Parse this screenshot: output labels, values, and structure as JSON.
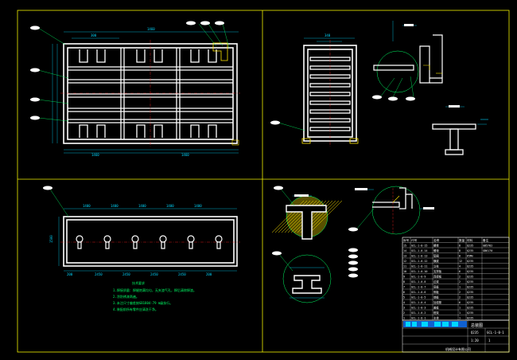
{
  "drawing": {
    "colors": {
      "background": "#000000",
      "frame": "#f0f000",
      "profile": "#ffffff",
      "dimension": "#00d8ff",
      "centerline": "#ff2020",
      "leader": "#00ff66",
      "hatch": "#ffe600",
      "title_block_fill": "#1060d0"
    },
    "views": {
      "top": {
        "overall_width_dim": "1460",
        "segment_dim_1": "1460",
        "segment_dim_2": "1460",
        "left_dim": "300",
        "callouts": [
          "1",
          "2",
          "3",
          "4"
        ]
      },
      "side": {
        "width_dim": "340"
      },
      "bottom": {
        "pitch_dims": [
          "1400",
          "1400",
          "1400",
          "1400",
          "1400"
        ],
        "lower_dims": [
          "200",
          "2450",
          "2450",
          "2450",
          "2450",
          "200"
        ],
        "height_dim": "1500",
        "callout": "5"
      }
    },
    "notes": {
      "title": "技术要求",
      "lines": [
        "1.焊接质量：焊缝饱满均匀，无夹渣气孔，焊后清除焊渣。",
        "2.涂防锈漆两遍。",
        "3.未注尺寸偏差按GB1804-79 m级执行。",
        "4.装配前所有零件应清洗干净。"
      ]
    },
    "title_block": {
      "drawing_name": "总装图",
      "drawing_number": "GCL-1-0-1",
      "material": "Q235",
      "scale": "1:20",
      "sheet": "1",
      "company": "机械设计有限公司"
    },
    "parts_list": {
      "headers": [
        "序号",
        "代号",
        "名称",
        "数量",
        "材料",
        "备注"
      ],
      "rows": [
        [
          "15",
          "GCL-1-0-15",
          "螺栓",
          "8",
          "Q235",
          "GB5782"
        ],
        [
          "14",
          "GCL-1-0-14",
          "螺母",
          "8",
          "Q235",
          "GB6170"
        ],
        [
          "13",
          "GCL-1-0-13",
          "垫圈",
          "8",
          "65Mn",
          ""
        ],
        [
          "12",
          "GCL-1-0-12",
          "横梁",
          "12",
          "Q235",
          ""
        ],
        [
          "11",
          "GCL-1-0-11",
          "立柱",
          "4",
          "Q235",
          ""
        ],
        [
          "10",
          "GCL-1-0-10",
          "支撑板",
          "6",
          "Q235",
          ""
        ],
        [
          "9",
          "GCL-1-0-9",
          "连接板",
          "2",
          "Q235",
          ""
        ],
        [
          "8",
          "GCL-1-0-8",
          "边梁",
          "2",
          "Q235",
          ""
        ],
        [
          "7",
          "GCL-1-0-7",
          "底板",
          "1",
          "Q235",
          ""
        ],
        [
          "6",
          "GCL-1-0-6",
          "侧板",
          "2",
          "Q235",
          ""
        ],
        [
          "5",
          "GCL-1-0-5",
          "端板",
          "2",
          "Q235",
          ""
        ],
        [
          "4",
          "GCL-1-0-4",
          "加强筋",
          "6",
          "Q235",
          ""
        ],
        [
          "3",
          "GCL-1-0-3",
          "盖板",
          "1",
          "Q235",
          ""
        ],
        [
          "2",
          "GCL-1-0-2",
          "框架",
          "1",
          "Q235",
          ""
        ],
        [
          "1",
          "GCL-1-0-1",
          "主体",
          "1",
          "Q235",
          ""
        ]
      ]
    }
  }
}
